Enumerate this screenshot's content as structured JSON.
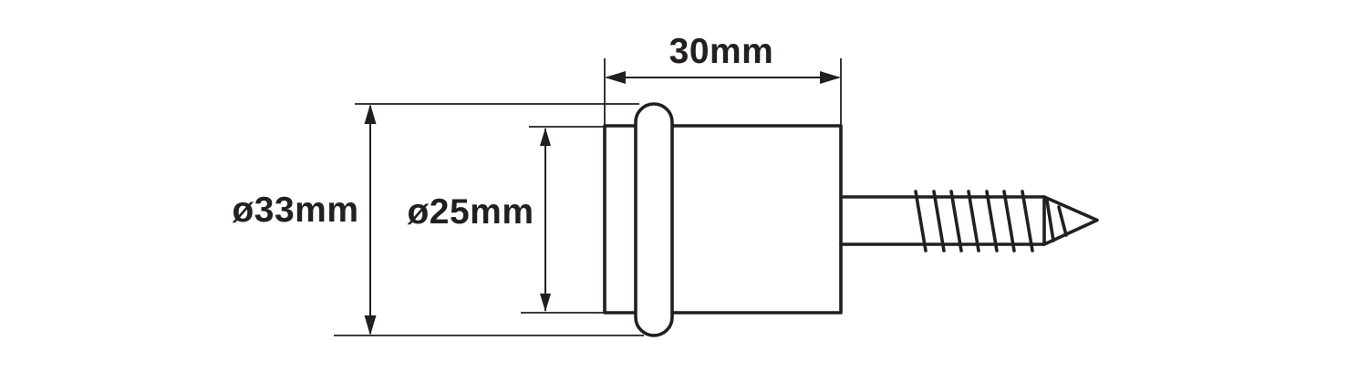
{
  "drawing": {
    "kind": "technical-dimension-drawing",
    "dimensions": {
      "length": {
        "label": "30mm",
        "value_mm": 30
      },
      "flange_diameter": {
        "label": "ø33mm",
        "value_mm": 33
      },
      "body_diameter": {
        "label": "ø25mm",
        "value_mm": 25
      }
    }
  },
  "colors": {
    "line": "#231f20",
    "background": "#ffffff"
  }
}
